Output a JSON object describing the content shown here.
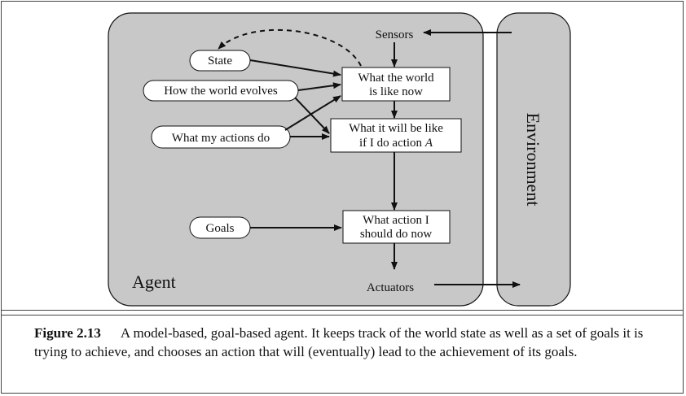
{
  "diagram": {
    "agent_label": "Agent",
    "environment_label": "Environment",
    "sensors_label": "Sensors",
    "actuators_label": "Actuators",
    "state_label": "State",
    "world_evolves_label": "How the world evolves",
    "actions_do_label": "What my actions do",
    "goals_label": "Goals",
    "world_now_line1": "What the world",
    "world_now_line2": "is like now",
    "will_be_line1": "What it will be like",
    "will_be_line2": "if I do action",
    "will_be_var": "A",
    "action_line1": "What action I",
    "action_line2": "should do now"
  },
  "caption": {
    "label": "Figure 2.13",
    "text": "A model-based, goal-based agent. It keeps track of the world state as well as a set of goals it is trying to achieve, and chooses an action that will (eventually) lead to the achievement of its goals."
  },
  "colors": {
    "agent_fill": "#c8c8c8",
    "environment_fill": "#c8c8c8",
    "stroke": "#111111"
  }
}
